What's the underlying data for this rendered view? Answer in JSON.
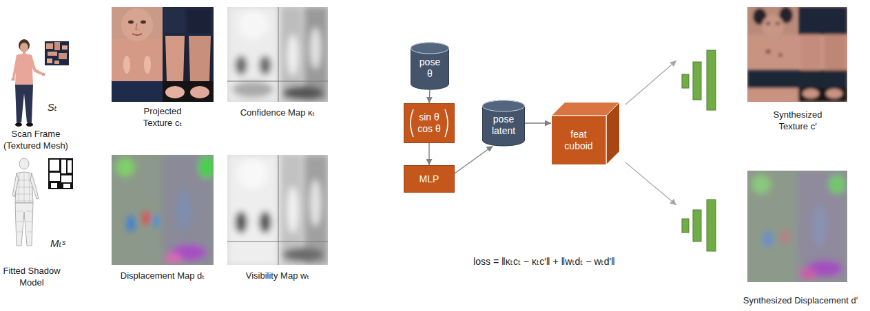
{
  "diagram": {
    "nodes": [
      {
        "text": [
          "pose θ"
        ]
      },
      {
        "text": [
          "sin θ cos θ"
        ]
      },
      {
        "text": [
          "MLP"
        ]
      },
      {
        "text": [
          "pose latent"
        ]
      },
      {
        "text": [
          "feat cuboid"
        ]
      }
    ],
    "edges": [
      {
        "from": 0,
        "to": 1,
        "arrow": "to"
      },
      {
        "from": 1,
        "to": 2,
        "arrow": "to"
      },
      {
        "from": 2,
        "to": 3,
        "arrow": "to"
      },
      {
        "from": 3,
        "to": 4,
        "arrow": "to"
      }
    ],
    "labels": [
      "Scan Frame (Textured Mesh)",
      "Sₜ",
      "Projected Texture cₜ",
      "Confidence Map κₜ",
      "Fitted Shadow Model",
      "Mₜˢ",
      "Displacement Map dₜ",
      "Visibility Map wₜ",
      "loss = ‖κₜcₜ − κₜc′‖ + ‖wₜdₜ − wₜd′‖",
      "Synthesized Texture c′",
      "Synthesized Displacement d′"
    ]
  }
}
